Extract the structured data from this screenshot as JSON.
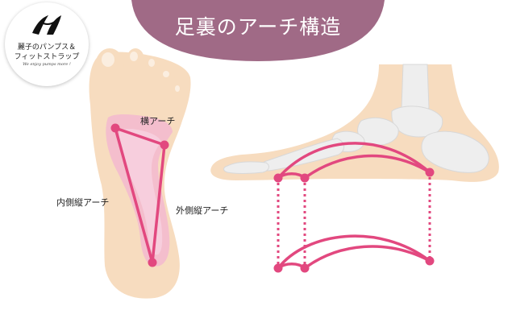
{
  "logo": {
    "line1": "麗子のパンプス＆",
    "line2": "フィットストラップ",
    "tagline": "We enjoy pumps more !"
  },
  "title": "足裏のアーチ構造",
  "labels": {
    "transverse_arch": "横アーチ",
    "medial_arch": "内側縦アーチ",
    "lateral_arch": "外側縦アーチ"
  },
  "colors": {
    "banner": "#a06a86",
    "skin": "#f7dcbf",
    "skin_shadow": "#ecc8a2",
    "bone": "#eeeeee",
    "arch_fill": "#f3b9cf",
    "arch_line": "#e2487f",
    "point": "#e2487f",
    "dotted": "#e2487f"
  }
}
